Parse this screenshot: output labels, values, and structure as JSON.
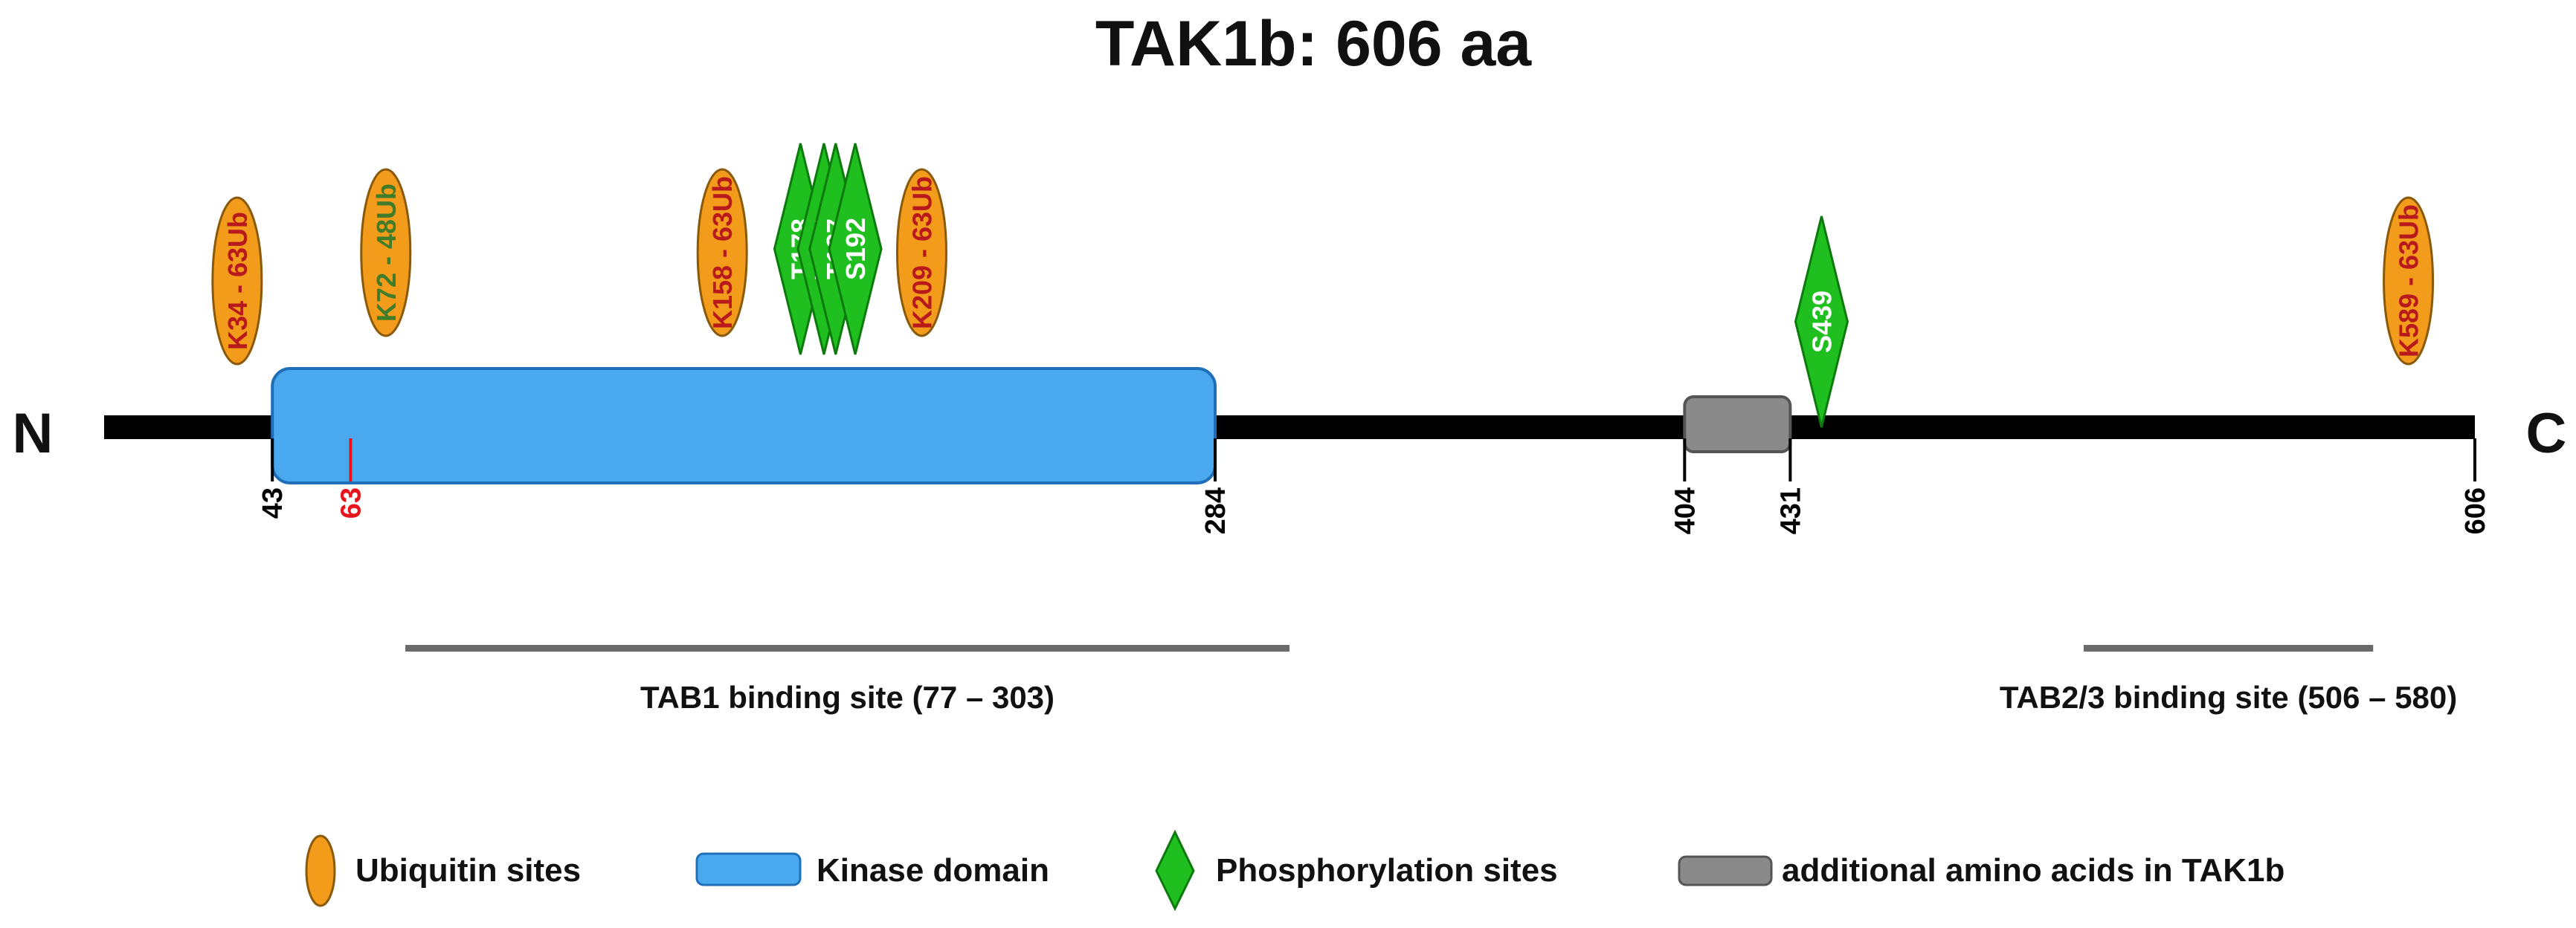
{
  "title": "TAK1b: 606 aa",
  "terminal_n": "N",
  "terminal_c": "C",
  "protein_length": 606,
  "domains": [
    {
      "id": "kinase",
      "start": 43,
      "end": 284,
      "color": "#4aa8ee",
      "stroke": "#1f6fb8"
    },
    {
      "id": "extra",
      "start": 404,
      "end": 431,
      "color": "#8a8a8a",
      "stroke": "#555555"
    }
  ],
  "ticks": [
    {
      "pos": 43,
      "label": "43",
      "color": "#000000"
    },
    {
      "pos": 63,
      "label": "63",
      "color": "#e8141b"
    },
    {
      "pos": 284,
      "label": "284",
      "color": "#000000"
    },
    {
      "pos": 404,
      "label": "404",
      "color": "#000000"
    },
    {
      "pos": 431,
      "label": "431",
      "color": "#000000"
    },
    {
      "pos": 606,
      "label": "606",
      "color": "#000000"
    }
  ],
  "ubiquitin_sites": [
    {
      "pos": 34,
      "label": "K34 - 63Ub",
      "text_color": "#b8191d",
      "tier": "low"
    },
    {
      "pos": 72,
      "label": "K72 - 48Ub",
      "text_color": "#3f7d2a",
      "tier": "high"
    },
    {
      "pos": 158,
      "label": "K158 - 63Ub",
      "text_color": "#b8191d",
      "tier": "high"
    },
    {
      "pos": 209,
      "label": "K209 - 63Ub",
      "text_color": "#b8191d",
      "tier": "high"
    },
    {
      "pos": 589,
      "label": "K589 - 63Ub",
      "text_color": "#b8191d",
      "tier": "low"
    }
  ],
  "phosphorylation_sites": [
    {
      "pos": 178,
      "label": "T178",
      "tier": "high"
    },
    {
      "pos": 184,
      "label": "T184",
      "tier": "high"
    },
    {
      "pos": 187,
      "label": "T187",
      "tier": "high"
    },
    {
      "pos": 192,
      "label": "S192",
      "tier": "high"
    },
    {
      "pos": 439,
      "label": "S439",
      "tier": "low"
    }
  ],
  "binding_sites": [
    {
      "label": "TAB1 binding site (77 – 303)",
      "start": 77,
      "end": 303
    },
    {
      "label": "TAB2/3 binding site (506 – 580)",
      "start": 506,
      "end": 580
    }
  ],
  "colors": {
    "ubiquitin_fill": "#f39b1a",
    "ubiquitin_stroke": "#8a5a0a",
    "phospho_fill": "#1fbf1f",
    "phospho_stroke": "#0d7a0d",
    "phospho_text": "#ffffff",
    "backbone": "#000000",
    "binding_bar": "#6b6b6b"
  },
  "legend": {
    "ubiquitin": "Ubiquitin sites",
    "kinase": "Kinase domain",
    "phospho": "Phosphorylation sites",
    "extra": "additional amino acids in TAK1b"
  }
}
